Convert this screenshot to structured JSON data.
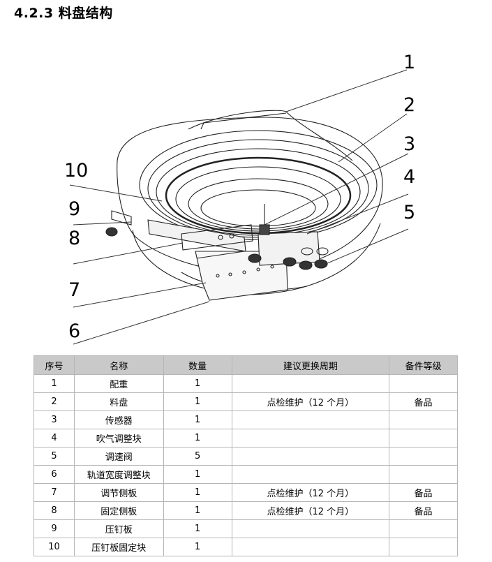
{
  "section": {
    "title": "4.2.3 料盘结构"
  },
  "figure": {
    "callouts": [
      "1",
      "2",
      "3",
      "4",
      "5",
      "6",
      "7",
      "8",
      "9",
      "10"
    ]
  },
  "table": {
    "headers": [
      "序号",
      "名称",
      "数量",
      "建议更换周期",
      "备件等级"
    ],
    "rows": [
      [
        "1",
        "配重",
        "1",
        "",
        ""
      ],
      [
        "2",
        "料盘",
        "1",
        "点检维护（12 个月）",
        "备品"
      ],
      [
        "3",
        "传感器",
        "1",
        "",
        ""
      ],
      [
        "4",
        "吹气调整块",
        "1",
        "",
        ""
      ],
      [
        "5",
        "调速阀",
        "5",
        "",
        ""
      ],
      [
        "6",
        "轨道宽度调整块",
        "1",
        "",
        ""
      ],
      [
        "7",
        "调节侧板",
        "1",
        "点检维护（12 个月）",
        "备品"
      ],
      [
        "8",
        "固定侧板",
        "1",
        "点检维护（12 个月）",
        "备品"
      ],
      [
        "9",
        "压钉板",
        "1",
        "",
        ""
      ],
      [
        "10",
        "压钉板固定块",
        "1",
        "",
        ""
      ]
    ]
  }
}
